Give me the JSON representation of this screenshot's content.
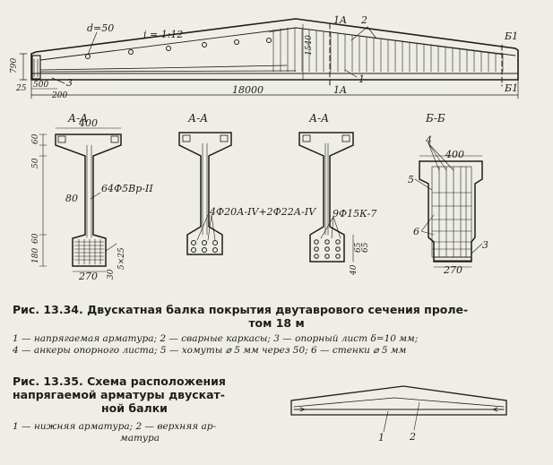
{
  "drawing": {
    "beam": {
      "hole_diameter": "d=50",
      "slope": "i = 1:12",
      "height_790": "790",
      "height_1540": "1540",
      "span": "18000",
      "dim_25": "25",
      "dim_500": "500",
      "dim_200": "200",
      "callout_1": "1",
      "callout_2": "2",
      "callout_3": "3",
      "cut_a_top": "1A",
      "cut_a_bottom": "1A",
      "cut_b_top": "Б1",
      "cut_b_bottom": "Б1"
    },
    "sections": [
      {
        "title": "А-А",
        "width_top": "400",
        "dims_top": [
          "60",
          "50"
        ],
        "web": "80",
        "dims_bottom": [
          "60",
          "180"
        ],
        "width_bottom": "270",
        "dims_side": [
          "5×25",
          "30"
        ],
        "reinforcement": "64Ф5Вр-II"
      },
      {
        "title": "А-А",
        "reinforcement": "4Ф20А-IV+2Ф22А-IV"
      },
      {
        "title": "А-А",
        "reinforcement": "9Ф15К-7",
        "dims_side": [
          "65",
          "65",
          "40"
        ]
      },
      {
        "title": "Б-Б",
        "width_top": "400",
        "width_bottom": "270",
        "callouts": [
          "4",
          "5",
          "6",
          "3"
        ]
      }
    ],
    "scheme": {
      "callout_1": "1",
      "callout_2": "2"
    }
  },
  "fig_13_34": {
    "title_line1": "Рис. 13.34. Двускатная балка покрытия двутаврового сечения проле-",
    "title_line2": "том 18 м",
    "legend_line1": "1 — напрягаемая арматура; 2 — сварные каркасы; 3 — опорный лист δ=10 мм;",
    "legend_line2": "4 — анкеры опорного листа; 5 — хомуты ⌀ 5 мм через 50; 6 — стенки ⌀ 5 мм"
  },
  "fig_13_35": {
    "title_line1": "Рис. 13.35. Схема расположения",
    "title_line2": "напрягаемой арматуры двускат-",
    "title_line3": "ной балки",
    "legend_line1": "1 — нижняя арматура; 2 — верхняя ар-",
    "legend_line2": "матура"
  }
}
